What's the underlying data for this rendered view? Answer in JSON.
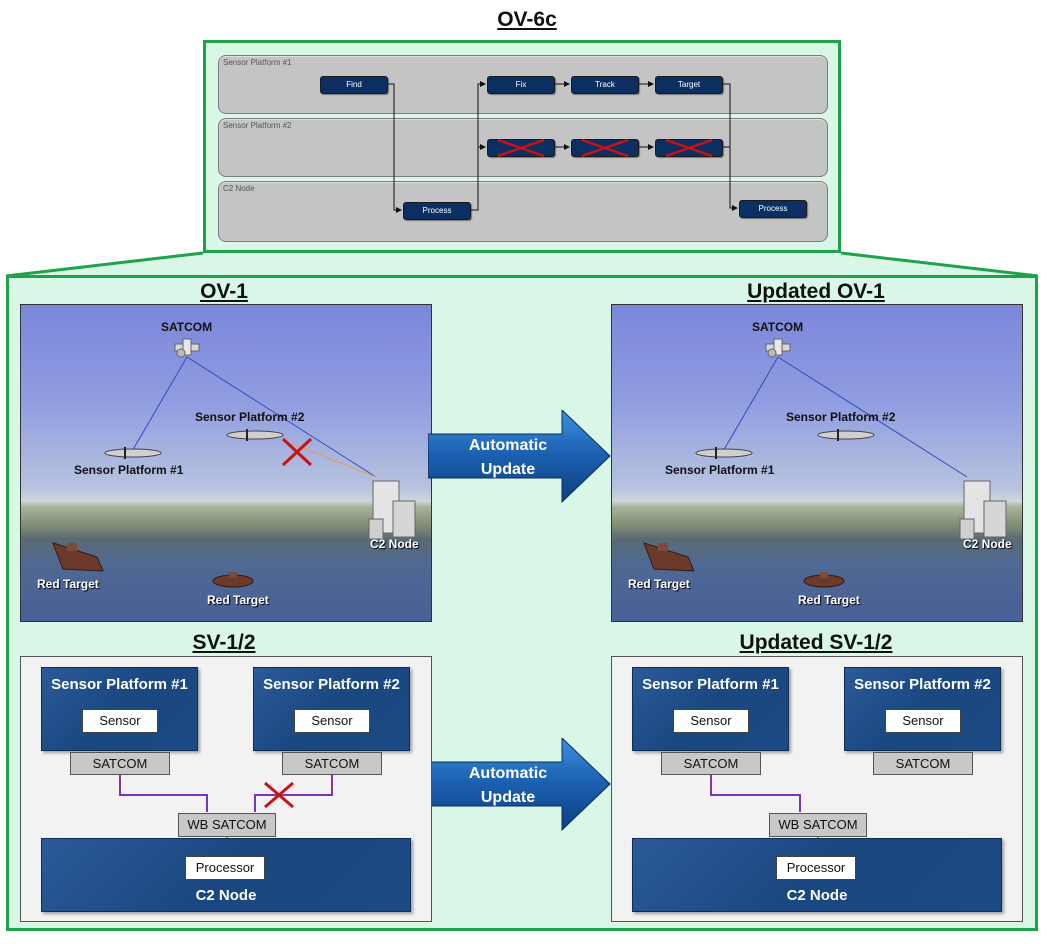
{
  "ov6c": {
    "title": "OV-6c",
    "lanes": [
      {
        "label": "Sensor Platform #1"
      },
      {
        "label": "Sensor Platform #2"
      },
      {
        "label": "C2 Node"
      }
    ],
    "activities": {
      "find": "Find",
      "fix": "Fix",
      "track": "Track",
      "target": "Target",
      "process1": "Process",
      "process2": "Process"
    }
  },
  "ov1": {
    "title": "OV-1",
    "labels": {
      "satcom": "SATCOM",
      "sensor1": "Sensor Platform #1",
      "sensor2": "Sensor Platform #2",
      "c2": "C2 Node",
      "red1": "Red Target",
      "red2": "Red Target"
    }
  },
  "updated_ov1": {
    "title": "Updated OV-1",
    "labels": {
      "satcom": "SATCOM",
      "sensor1": "Sensor Platform #1",
      "sensor2": "Sensor Platform #2",
      "c2": "C2 Node",
      "red1": "Red Target",
      "red2": "Red Target"
    }
  },
  "arrows": {
    "top": {
      "line1": "Automatic",
      "line2": "Update"
    },
    "bottom": {
      "line1": "Automatic",
      "line2": "Update"
    }
  },
  "sv12": {
    "title": "SV-1/2",
    "sp1": "Sensor Platform #1",
    "sp2": "Sensor Platform #2",
    "sensor1": "Sensor",
    "sensor2": "Sensor",
    "satcom1": "SATCOM",
    "satcom2": "SATCOM",
    "wb": "WB SATCOM",
    "processor": "Processor",
    "c2": "C2 Node"
  },
  "updated_sv12": {
    "title": "Updated SV-1/2",
    "sp1": "Sensor Platform #1",
    "sp2": "Sensor Platform #2",
    "sensor1": "Sensor",
    "sensor2": "Sensor",
    "satcom1": "SATCOM",
    "satcom2": "SATCOM",
    "wb": "WB SATCOM",
    "processor": "Processor",
    "c2": "C2 Node"
  },
  "colors": {
    "frame_green": "#1fa34a",
    "frame_fill": "#d9f7e6",
    "activity_blue": "#0c2f63",
    "x_red": "#cc1111",
    "link_purple": "#7a35b5",
    "link_cyan": "#19c6e6",
    "arrow_blue": "#1a5fae"
  }
}
